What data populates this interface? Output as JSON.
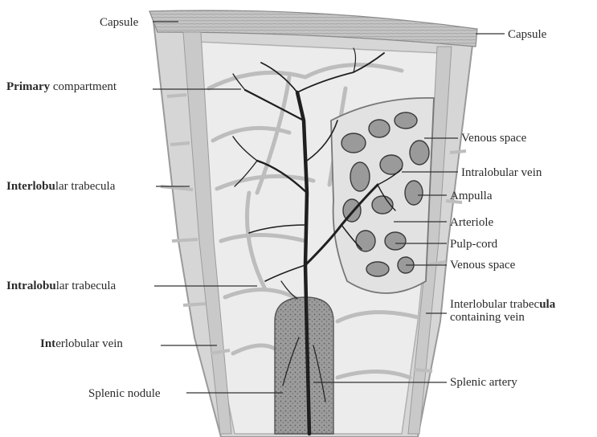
{
  "figure": {
    "labels": {
      "capsule_left": "Capsule",
      "capsule_right": "Capsule",
      "primary_bold": "Primary",
      "primary_rest": "compartment",
      "interlobular_trabecula_bold": "Interlobu",
      "interlobular_trabecula_rest": "lar trabecula",
      "intralobular_trabecula_bold": "Intralobu",
      "intralobular_trabecula_rest": "lar trabecula",
      "interlobular_vein_bold": "Int",
      "interlobular_vein_rest": "erlobular vein",
      "splenic_nodule": "Splenic nodule",
      "venous_space_top": "Venous space",
      "intralobular_vein": "Intralobular vein",
      "ampulla": "Ampulla",
      "arteriole": "Arteriole",
      "pulp_cord": "Pulp-cord",
      "venous_space_bottom": "Venous space",
      "interlobular_trabecula_vein_line1_rest": "Interlobular trabec",
      "interlobular_trabecula_vein_line1_bold": "ula",
      "interlobular_trabecula_vein_line2": "containing vein",
      "splenic_artery": "Splenic artery"
    },
    "colors": {
      "tissue_bg": "#e9e9e9",
      "capsule": "#bdbdbd",
      "trabecula": "#cfcfcf",
      "vessel": "#1f1f1f",
      "nodule": "#8a8a8a",
      "venous": "#9a9a9a"
    }
  }
}
